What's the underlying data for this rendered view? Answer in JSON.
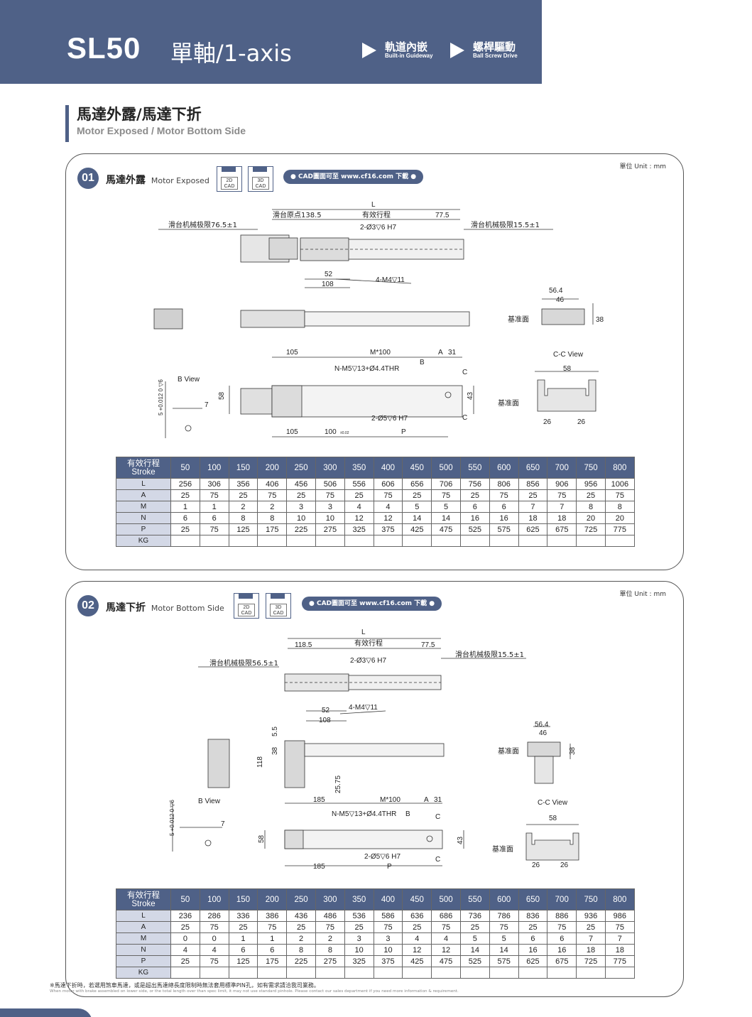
{
  "header": {
    "model": "SL50",
    "axis": "單軸/1-axis",
    "features": [
      {
        "zh": "軌道內嵌",
        "en": "Built-in Guideway"
      },
      {
        "zh": "螺桿驅動",
        "en": "Ball Screw Drive"
      }
    ]
  },
  "section": {
    "title_zh": "馬達外露/馬達下折",
    "title_en": "Motor Exposed / Motor Bottom Side"
  },
  "colors": {
    "brand": "#4f6187",
    "rowhead": "#d3d8e6"
  },
  "panels": [
    {
      "number": "01",
      "title_zh": "馬達外露",
      "title_en": "Motor Exposed",
      "unit": "單位 Unit : mm",
      "cad_icons": [
        "2D CAD",
        "3D CAD"
      ],
      "cad_link": "● CAD圖面可至 www.cf16.com 下載 ●",
      "labels": {
        "limit_left": "滑台机械极限76.5±1",
        "origin": "滑台原点138.5",
        "L": "L",
        "stroke": "有效行程",
        "end": "77.5",
        "limit_right": "滑台机械极限15.5±1",
        "pin": "2-Ø3▽6 H7",
        "d52": "52",
        "d108": "108",
        "m4": "4-M4▽11",
        "w564": "56.4",
        "w46": "46",
        "h38": "38",
        "datum": "基准面",
        "d105": "105",
        "m100": "M*100",
        "a": "A",
        "d31": "31",
        "nm5": "N-M5▽13+Ø4.4THR",
        "b": "B",
        "c": "C",
        "bview": "B View",
        "d58": "58",
        "d43": "43",
        "pin5": "2-Ø5▽6 H7",
        "d105b": "105",
        "d100": "100",
        "tol": "±0.02",
        "p": "P",
        "cview": "C-C View",
        "w58": "58",
        "d26a": "26",
        "d26b": "26",
        "bv5": "5 +0.012 0 ▽6",
        "bv7": "7"
      },
      "table": {
        "header": "有效行程 Stroke",
        "strokes": [
          "50",
          "100",
          "150",
          "200",
          "250",
          "300",
          "350",
          "400",
          "450",
          "500",
          "550",
          "600",
          "650",
          "700",
          "750",
          "800"
        ],
        "rows": [
          {
            "name": "L",
            "values": [
              "256",
              "306",
              "356",
              "406",
              "456",
              "506",
              "556",
              "606",
              "656",
              "706",
              "756",
              "806",
              "856",
              "906",
              "956",
              "1006"
            ]
          },
          {
            "name": "A",
            "values": [
              "25",
              "75",
              "25",
              "75",
              "25",
              "75",
              "25",
              "75",
              "25",
              "75",
              "25",
              "75",
              "25",
              "75",
              "25",
              "75"
            ]
          },
          {
            "name": "M",
            "values": [
              "1",
              "1",
              "2",
              "2",
              "3",
              "3",
              "4",
              "4",
              "5",
              "5",
              "6",
              "6",
              "7",
              "7",
              "8",
              "8"
            ]
          },
          {
            "name": "N",
            "values": [
              "6",
              "6",
              "8",
              "8",
              "10",
              "10",
              "12",
              "12",
              "14",
              "14",
              "16",
              "16",
              "18",
              "18",
              "20",
              "20"
            ]
          },
          {
            "name": "P",
            "values": [
              "25",
              "75",
              "125",
              "175",
              "225",
              "275",
              "325",
              "375",
              "425",
              "475",
              "525",
              "575",
              "625",
              "675",
              "725",
              "775"
            ]
          },
          {
            "name": "KG",
            "values": [
              "",
              "",
              "",
              "",
              "",
              "",
              "",
              "",
              "",
              "",
              "",
              "",
              "",
              "",
              "",
              ""
            ]
          }
        ]
      }
    },
    {
      "number": "02",
      "title_zh": "馬達下折",
      "title_en": "Motor Bottom Side",
      "unit": "單位 Unit : mm",
      "cad_icons": [
        "2D CAD",
        "3D CAD"
      ],
      "cad_link": "● CAD圖面可至 www.cf16.com 下載 ●",
      "labels": {
        "limit_left": "滑台机械极限56.5±1",
        "origin": "118.5",
        "L": "L",
        "stroke": "有效行程",
        "end": "77.5",
        "limit_right": "滑台机械极限15.5±1",
        "pin": "2-Ø3▽6 H7",
        "d52": "52",
        "d108": "108",
        "m4": "4-M4▽11",
        "w564": "56.4",
        "w46": "46",
        "h38": "38",
        "h38b": "38",
        "h55": "5.5",
        "h118": "118",
        "h2575": "25.75",
        "datum": "基准面",
        "d185": "185",
        "m100": "M*100",
        "a": "A",
        "d31": "31",
        "nm5": "N-M5▽13+Ø4.4THR",
        "b": "B",
        "c": "C",
        "bview": "B View",
        "d58": "58",
        "d43": "43",
        "pin5": "2-Ø5▽6 H7",
        "d185b": "185",
        "p": "P",
        "cview": "C-C View",
        "w58": "58",
        "d26a": "26",
        "d26b": "26",
        "bv5": "5 +0.012 0 ▽6",
        "bv7": "7"
      },
      "table": {
        "header": "有效行程 Stroke",
        "strokes": [
          "50",
          "100",
          "150",
          "200",
          "250",
          "300",
          "350",
          "400",
          "450",
          "500",
          "550",
          "600",
          "650",
          "700",
          "750",
          "800"
        ],
        "rows": [
          {
            "name": "L",
            "values": [
              "236",
              "286",
              "336",
              "386",
              "436",
              "486",
              "536",
              "586",
              "636",
              "686",
              "736",
              "786",
              "836",
              "886",
              "936",
              "986"
            ]
          },
          {
            "name": "A",
            "values": [
              "25",
              "75",
              "25",
              "75",
              "25",
              "75",
              "25",
              "75",
              "25",
              "75",
              "25",
              "75",
              "25",
              "75",
              "25",
              "75"
            ]
          },
          {
            "name": "M",
            "values": [
              "0",
              "0",
              "1",
              "1",
              "2",
              "2",
              "3",
              "3",
              "4",
              "4",
              "5",
              "5",
              "6",
              "6",
              "7",
              "7"
            ]
          },
          {
            "name": "N",
            "values": [
              "4",
              "4",
              "6",
              "6",
              "8",
              "8",
              "10",
              "10",
              "12",
              "12",
              "14",
              "14",
              "16",
              "16",
              "18",
              "18"
            ]
          },
          {
            "name": "P",
            "values": [
              "25",
              "75",
              "125",
              "175",
              "225",
              "275",
              "325",
              "375",
              "425",
              "475",
              "525",
              "575",
              "625",
              "675",
              "725",
              "775"
            ]
          },
          {
            "name": "KG",
            "values": [
              "",
              "",
              "",
              "",
              "",
              "",
              "",
              "",
              "",
              "",
              "",
              "",
              "",
              "",
              "",
              ""
            ]
          }
        ]
      }
    }
  ],
  "note": {
    "zh": "※馬達下折時，若選用煞車馬達，或是超出馬達總長度限制時無法套用標準PIN孔，如有需求請洽我司業務。",
    "en": "When motor with brake assembled on lower side, or the total length over than spec limit, it may not use standard pinhole. Please contact our sales department if you need more information & requirement."
  }
}
